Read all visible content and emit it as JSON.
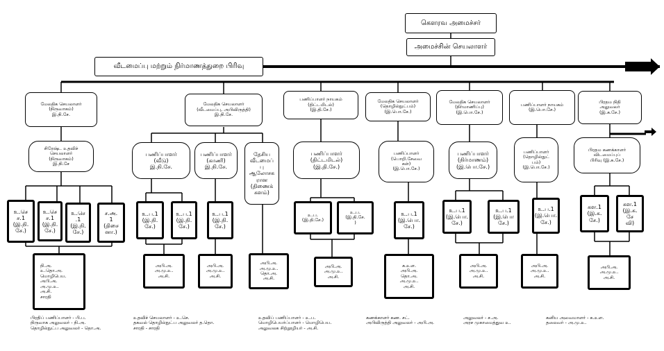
{
  "top": {
    "minister": "கௌரவ அமைச்சர்",
    "secretary": "அமைச்சின் செயலாளர்",
    "division": "வீடமைப்பு மற்றும் நிர்மாணத்துறை பிரிவு"
  },
  "level1": [
    "மேலதிக செயலாளர்\n(நிருவாகம்)\nஇ.நி.சே.",
    "மேலதிக செயலாளர்\n(வீடமைப்பு, அபிவிருத்தி)\nஇ.நி.சே.",
    "பணிப்பாளர் நாயகம்\n(திட்டமிடல்)\n(இ.தி.சே.)",
    "மேலதிக செயலாளர்\n(தொழில்நுட்பம்)\n(இ.பொ.சே.)",
    "மேலதிக செயலாளர்\n(நிர்மாணிப்பு)\n(இ.பொ.சே.)",
    "பணிப்பாளர் நாயகம்\n(இ.பொ.சே.)",
    "பிரதம நிதி\nஅலுவலர்\n(இ.க.சே.)"
  ],
  "level2": {
    "b1": "சிரேஷ்ட உதவிச்\nசெயலாளர்\n(நிருவாகம்)\nஇ.நி.சே",
    "b2a": "பணிப்பாளர்\n(வீடு)\nஇ.நி.சே.",
    "b2b": "பணிப்பாளர்\n(காணி)\nஇ.நி.சே.",
    "b2c": "தேசிய\nவீடமைப்\nபு\nஆலோசக\nரான\n(திணைக்\nகளம்)",
    "b3": "பணிப்பாளர்\n(திட்டமிடல்)\n(இ.தி.சே.)",
    "b4": "பணிப்பாளர்\n(பொறி.சேவை\nகள்)\n(இ.பொ.சே.)",
    "b5": "பணிப்பாளர்\n(நிர்மாணம்)\n(இ.பொ.சே.)",
    "b6": "பணிப்பாளர்\n(தொழில்நுட்\nபம்)\n(இ.பொ.சே.)",
    "b7": "பிரதம கணக்காளர்\nவிடமைப்புப்\nபிரிவு (இ.க.சே.)"
  },
  "level3": {
    "a1": "உ.செ\nச.1\n(இ.நி.\nசே.)",
    "a2": "உ.செ\nச.1\n(இ.நி.\nசே.)",
    "a3": "உ.செ\n.1\n(இ.நி.\nசே.)",
    "a4": "ச.அ.\n1\n(திசை\nனா.)",
    "c1": "உ.ப.1\n(இ.நி.\nசே.)",
    "c2": "உ.ப.1\n(இ.நி.\nசே.)",
    "c3": "உ.ப.1\n(இ.நி.\nசே.)",
    "d1": "உ.ப.\n(இ.தி.சே.)",
    "d2": "உ.ப.\n(இ.தி.சே.\n)",
    "e1": "உ.ப.1\n(இ.பொ.\nசே.)",
    "f1": "உ.ப.1\n(இ.பொ.\nசே.)",
    "f2": "உ.ப.1\n(இ.பொ\nசே.)",
    "g1": "உ.ப.1\n(இ.பொ.\nசே.)",
    "h1": "கள.1\n(இ.க.\nசே.)",
    "h2": "கள.1\n(இ.க.\nசே\nவி)"
  },
  "level4": {
    "s1": "நி.அ.\nஉ.தொ.அ.\nமொழிபெய.\nஅபி.அ.\nஅ.மு.உ.\nஅ.சி.\nசாரதி",
    "s2": "அபி.அ.\nஅ.மு.உ.\nஅ.சி.",
    "s3": "அபி.அ.\nஅ.மு.உ.\nஅ.சி.",
    "s4": "அபி.அ.\nஅ.மு.உ.\nதொ.அ.\nஅ.சி.",
    "s5": "அபி.அ.\nஅ.மு.உ.\nஅ.சி.",
    "s6": "க.உள.\nஅபி.அ.\nதொ.அ.\nஅ.மு.உ.\nஅ.சி.",
    "s7": "அபி.அ.\nஅ.மு.உ.\nஅ.சி.",
    "s8": "அபி.அ.\nஅ.மு.உ.\nஅ.சி.",
    "s9": "அபி.அ.\nஅ.மு.உ.\nஅ.சி."
  },
  "legend": {
    "l1": "பிரதிப் பணிப்பாளர் - பி.ப.\nநிருவாக அலுவலர் - நி.அ.\nதொழில்நுட்ப அலுவலர் - தொ.அ.",
    "l2": "உதவிச் செயலாளர் - உ.செ.\nதகவல் தொழில்நுட்ப அலுவலர் த.தொ.\nசாரதி - சாரதி",
    "l3": "உதவிப் பணிப்பாளர் - உ.ப.\nமொழிபெயர்ப்பாளர் - மொழிபெய.\nஅலுவலக சிற்றூழியர் - அ.சி.",
    "l4": "கணக்காளர் கண. சட்.\nஅபிவிருத்தி அலுவலர் - அபி.அ.",
    "l5": "அலுவலர் - ச.அ.\nஅரச முகாமைத்துவ உ.",
    "l6": "கனிய அவைமாளர் - க.உள.\nதலைவர் - அ.மு.உ."
  }
}
